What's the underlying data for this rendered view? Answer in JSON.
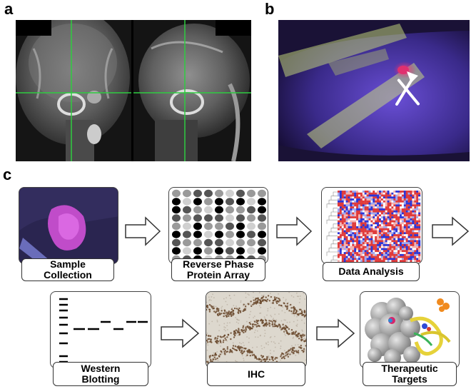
{
  "panels": {
    "a": "a",
    "b": "b",
    "c": "c"
  },
  "workflow": {
    "row1": [
      {
        "label_line1": "Sample",
        "label_line2": "Collection"
      },
      {
        "label_line1": "Reverse Phase",
        "label_line2": "Protein Array"
      },
      {
        "label_line1": "Data Analysis",
        "label_line2": ""
      }
    ],
    "row2": [
      {
        "label_line1": "Western",
        "label_line2": "Blotting"
      },
      {
        "label_line1": "IHC",
        "label_line2": ""
      },
      {
        "label_line1": "Therapeutic",
        "label_line2": "Targets"
      }
    ]
  },
  "colors": {
    "crosshair": "#2ecc40",
    "mri_bg": "#3a3a3a",
    "surgery_bg": "#2b1e5a",
    "tumor": "#d6266b"
  },
  "icons": [
    "white-arrow-icon",
    "hollow-right-arrow-icon"
  ]
}
